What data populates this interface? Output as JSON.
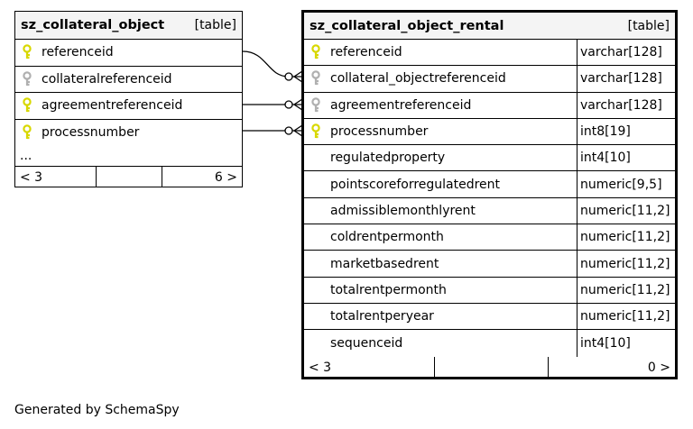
{
  "colors": {
    "pk_key": "#d8d800",
    "fk_key": "#b0b0b0",
    "border": "#000000",
    "header_bg": "#f4f4f4"
  },
  "left_table": {
    "name": "sz_collateral_object",
    "kind": "[table]",
    "columns": [
      {
        "name": "referenceid",
        "key": "pk-key-icon"
      },
      {
        "name": "collateralreferenceid",
        "key": "fk-key-icon"
      },
      {
        "name": "agreementreferenceid",
        "key": "pk-key-icon"
      },
      {
        "name": "processnumber",
        "key": "pk-key-icon"
      }
    ],
    "more": "...",
    "footer": {
      "left": "< 3",
      "right": "6 >"
    }
  },
  "right_table": {
    "name": "sz_collateral_object_rental",
    "kind": "[table]",
    "columns": [
      {
        "name": "referenceid",
        "type": "varchar[128]",
        "key": "pk-key-icon"
      },
      {
        "name": "collateral_objectreferenceid",
        "type": "varchar[128]",
        "key": "fk-key-icon"
      },
      {
        "name": "agreementreferenceid",
        "type": "varchar[128]",
        "key": "fk-key-icon"
      },
      {
        "name": "processnumber",
        "type": "int8[19]",
        "key": "pk-key-icon"
      },
      {
        "name": "regulatedproperty",
        "type": "int4[10]",
        "key": ""
      },
      {
        "name": "pointscoreforregulatedrent",
        "type": "numeric[9,5]",
        "key": ""
      },
      {
        "name": "admissiblemonthlyrent",
        "type": "numeric[11,2]",
        "key": ""
      },
      {
        "name": "coldrentpermonth",
        "type": "numeric[11,2]",
        "key": ""
      },
      {
        "name": "marketbasedrent",
        "type": "numeric[11,2]",
        "key": ""
      },
      {
        "name": "totalrentpermonth",
        "type": "numeric[11,2]",
        "key": ""
      },
      {
        "name": "totalrentperyear",
        "type": "numeric[11,2]",
        "key": ""
      },
      {
        "name": "sequenceid",
        "type": "int4[10]",
        "key": ""
      }
    ],
    "footer": {
      "left": "< 3",
      "right": "0 >"
    }
  },
  "generated_by": "Generated by SchemaSpy"
}
